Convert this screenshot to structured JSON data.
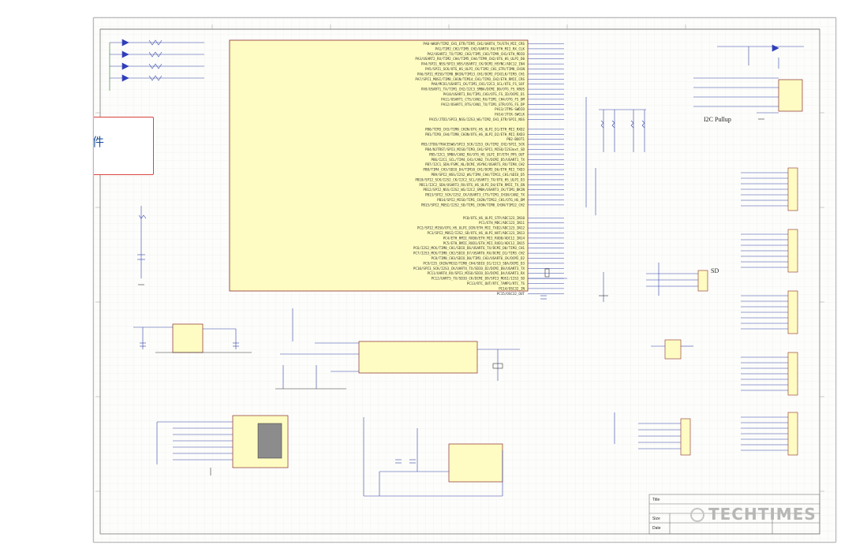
{
  "annotation": {
    "text": "AD格式原文件"
  },
  "labels": {
    "i2c": "I2C Pullup",
    "sd": "SD"
  },
  "watermark": {
    "text": "TECHTIMES"
  },
  "mcu": {
    "pin_lines": [
      "PA0-WKUP/TIM2_CH1_ETR/TIM5_CH1/UART4_TX/ETH_MII_CRS",
      "PA1/TIM2_CH2/TIM5_CH2/UART4_RX/ETH_MII_RX_CLK",
      "PA2/USART2_TX/TIM2_CH3/TIM5_CH3/TIM9_CH1/ETH_MDIO",
      "PA3/USART2_RX/TIM2_CH4/TIM5_CH4/TIM9_CH2/OTG_HS_ULPI_D0",
      "PA4/SPI1_NSS/SPI3_NSS/USART2_CK/DCMI_HSYNC/ADC12_IN4",
      "PA5/SPI1_SCK/OTG_HS_ULPI_CK/TIM2_CH1_ETR/TIM8_CH1N",
      "PA6/SPI1_MISO/TIM8_BKIN/TIM13_CH1/DCMI_PIXCLK/TIM3_CH1",
      "PA7/SPI1_MOSI/TIM8_CH1N/TIM14_CH1/TIM3_CH2/ETH_RMII_CRS",
      "PA8/MCO1/USART1_CK/TIM1_CH1/I2C3_SCL/OTG_FS_SOF",
      "PA9/USART1_TX/TIM1_CH2/I2C3_SMBA/DCMI_D0/OTG_FS_VBUS",
      "PA10/USART1_RX/TIM1_CH3/OTG_FS_ID/DCMI_D1",
      "PA11/USART1_CTS/CAN1_RX/TIM1_CH4/OTG_FS_DM",
      "PA12/USART1_RTS/CAN1_TX/TIM1_ETR/OTG_FS_DP",
      "PA13/JTMS-SWDIO",
      "PA14/JTCK-SWCLK",
      "PA15/JTDI/SPI3_NSS/I2S3_WS/TIM2_CH1_ETR/SPI1_NSS",
      "PB0/TIM3_CH3/TIM8_CH2N/OTG_HS_ULPI_D1/ETH_MII_RXD2",
      "PB1/TIM3_CH4/TIM8_CH3N/OTG_HS_ULPI_D2/ETH_MII_RXD3",
      "PB2-BOOT1",
      "PB3/JTDO/TRACESWO/SPI3_SCK/I2S3_CK/TIM2_CH2/SPI1_SCK",
      "PB4/NJTRST/SPI3_MISO/TIM3_CH1/SPI1_MISO/I2S3ext_SD",
      "PB5/I2C1_SMBA/CAN2_RX/OTG_HS_ULPI_D7/ETH_PPS_OUT",
      "PB6/I2C1_SCL/TIM4_CH1/CAN2_TX/DCMI_D5/USART1_TX",
      "PB7/I2C1_SDA/FSMC_NL/DCMI_VSYNC/USART1_RX/TIM4_CH2",
      "PB8/TIM4_CH3/SDIO_D4/TIM10_CH1/DCMI_D6/ETH_MII_TXD3",
      "PB9/SPI2_NSS/I2S2_WS/TIM4_CH4/TIM11_CH1/SDIO_D5",
      "PB10/SPI2_SCK/I2S2_CK/I2C2_SCL/USART3_TX/OTG_HS_ULPI_D3",
      "PB11/I2C2_SDA/USART3_RX/OTG_HS_ULPI_D4/ETH_RMII_TX_EN",
      "PB12/SPI2_NSS/I2S2_WS/I2C2_SMBA/USART3_CK/TIM1_BKIN",
      "PB13/SPI2_SCK/I2S2_CK/USART3_CTS/TIM1_CH1N/CAN2_TX",
      "PB14/SPI2_MISO/TIM1_CH2N/TIM12_CH1/OTG_HS_DM",
      "PB15/SPI2_MOSI/I2S2_SD/TIM1_CH3N/TIM8_CH3N/TIM12_CH2",
      "PC0/OTG_HS_ULPI_STP/ADC123_IN10",
      "PC1/ETH_MDC/ADC123_IN11",
      "PC2/SPI2_MISO/OTG_HS_ULPI_DIR/ETH_MII_TXD2/ADC123_IN12",
      "PC3/SPI2_MOSI/I2S2_SD/OTG_HS_ULPI_NXT/ADC123_IN13",
      "PC4/ETH_RMII_RXD0/ETH_MII_RXD0/ADC12_IN14",
      "PC5/ETH_RMII_RXD1/ETH_MII_RXD1/ADC12_IN15",
      "PC6/I2S2_MCK/TIM8_CH1/SDIO_D6/USART6_TX/DCMI_D0/TIM3_CH1",
      "PC7/I2S3_MCK/TIM8_CH2/SDIO_D7/USART6_RX/DCMI_D1/TIM3_CH2",
      "PC8/TIM8_CH3/SDIO_D0/TIM3_CH3/USART6_CK/DCMI_D2",
      "PC9/I2S_CKIN/MCO2/TIM8_CH4/SDIO_D1/I2C3_SDA/DCMI_D3",
      "PC10/SPI3_SCK/I2S3_CK/UART4_TX/SDIO_D2/DCMI_D8/USART3_TX",
      "PC11/UART4_RX/SPI3_MISO/SDIO_D3/DCMI_D4/USART3_RX",
      "PC12/UART5_TX/SDIO_CK/DCMI_D9/SPI3_MOSI/I2S3_SD",
      "PC13/RTC_OUT/RTC_TAMP1/RTC_TS",
      "PC14/OSC32_IN",
      "PC15/OSC32_OUT"
    ]
  }
}
